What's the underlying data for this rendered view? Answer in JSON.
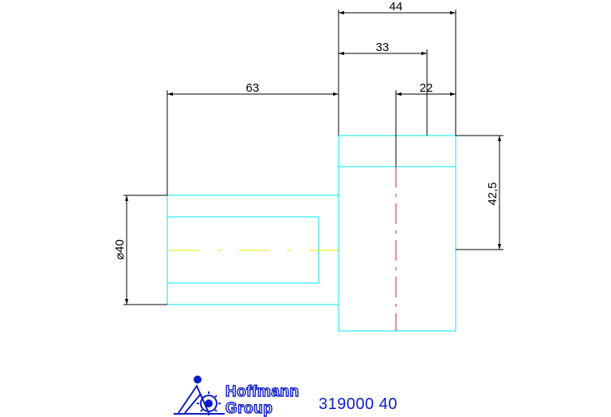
{
  "drawing": {
    "dimensions": {
      "overall_width": "44",
      "offset_33": "33",
      "centerline_22": "22",
      "shank_length": "63",
      "diameter": "⌀40",
      "height": "42,5"
    }
  },
  "logo": {
    "line1": "Hoffmann",
    "line2": "Group"
  },
  "part_number": "319000 40",
  "colors": {
    "outline": "#00e5ee",
    "dimension": "#000000",
    "centerline_red": "#e8141e",
    "centerline_yellow": "#e8e800",
    "brand": "#0b1bc7"
  }
}
